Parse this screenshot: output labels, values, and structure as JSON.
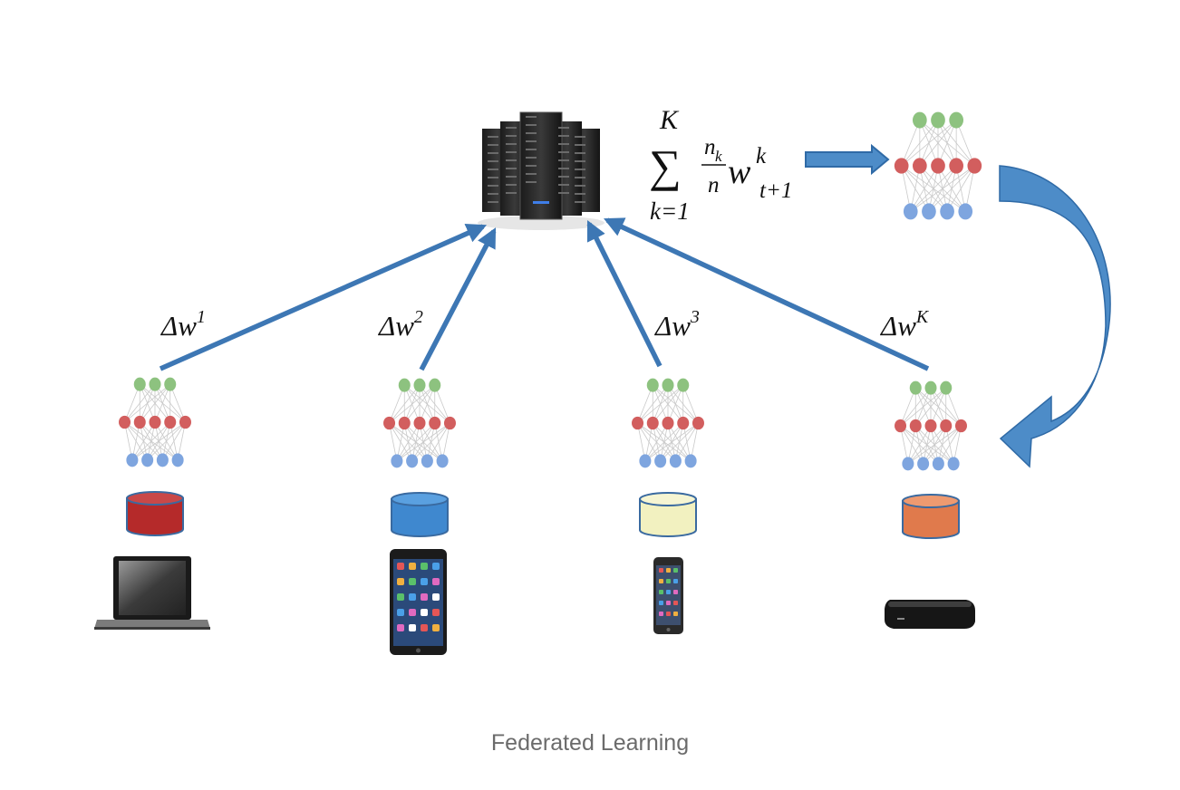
{
  "caption": "Federated Learning",
  "formula": {
    "upper": "K",
    "sigma": "∑",
    "lower": "k=1",
    "numerator": "n",
    "numerator_sub": "k",
    "denominator": "n",
    "weight": "w",
    "weight_sup": "k",
    "weight_sub": "t+1"
  },
  "clients": [
    {
      "label": "Δw",
      "sup": "1",
      "device": "laptop",
      "db_color": "#b52a2a",
      "db_top": "#c94848"
    },
    {
      "label": "Δw",
      "sup": "2",
      "device": "tablet",
      "db_color": "#3f88cf",
      "db_top": "#5aa0e0"
    },
    {
      "label": "Δw",
      "sup": "3",
      "device": "phone",
      "db_color": "#f2f1c0",
      "db_top": "#f6f5d2"
    },
    {
      "label": "Δw",
      "sup": "K",
      "device": "set-top-box",
      "db_color": "#e07a4c",
      "db_top": "#ee9a70"
    }
  ],
  "colors": {
    "arrow": "#3d77b4",
    "big_arrow": "#4d8cc8",
    "node_green": "#8dc27f",
    "node_red": "#d25e5e",
    "node_blue": "#7ea5df",
    "edge": "#c9c9c9"
  }
}
